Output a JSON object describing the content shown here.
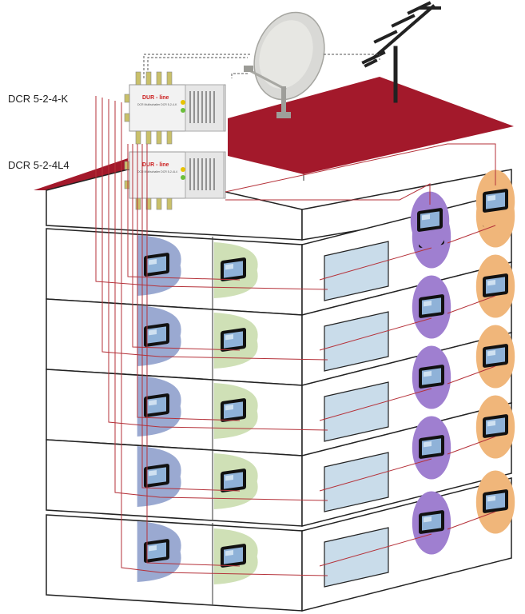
{
  "labels": {
    "top_device": "DCR 5-2-4-K",
    "bottom_device": "DCR 5-2-4L4"
  },
  "devices": {
    "brand": "DUR - line",
    "model_top": "DCR Multischalter  DCR 5-2-4-K",
    "model_bottom": "DCR Multischalter  DCR 5-2-4L4"
  },
  "colors": {
    "roof": "#a3192b",
    "cable": "#b5323a",
    "tv_blue": "#9aa9d1",
    "tv_green": "#cfe0b6",
    "tv_purple": "#9f7fd0",
    "tv_orange": "#f0b67a",
    "window": "#c9dcea"
  },
  "building": {
    "floors": 5,
    "tv_positions_per_floor": [
      "front-left-blue",
      "front-right-green",
      "side-purple",
      "side-orange"
    ]
  },
  "icons": [
    "satellite-dish-icon",
    "terrestrial-antenna-icon",
    "multiswitch-icon",
    "tv-icon"
  ]
}
